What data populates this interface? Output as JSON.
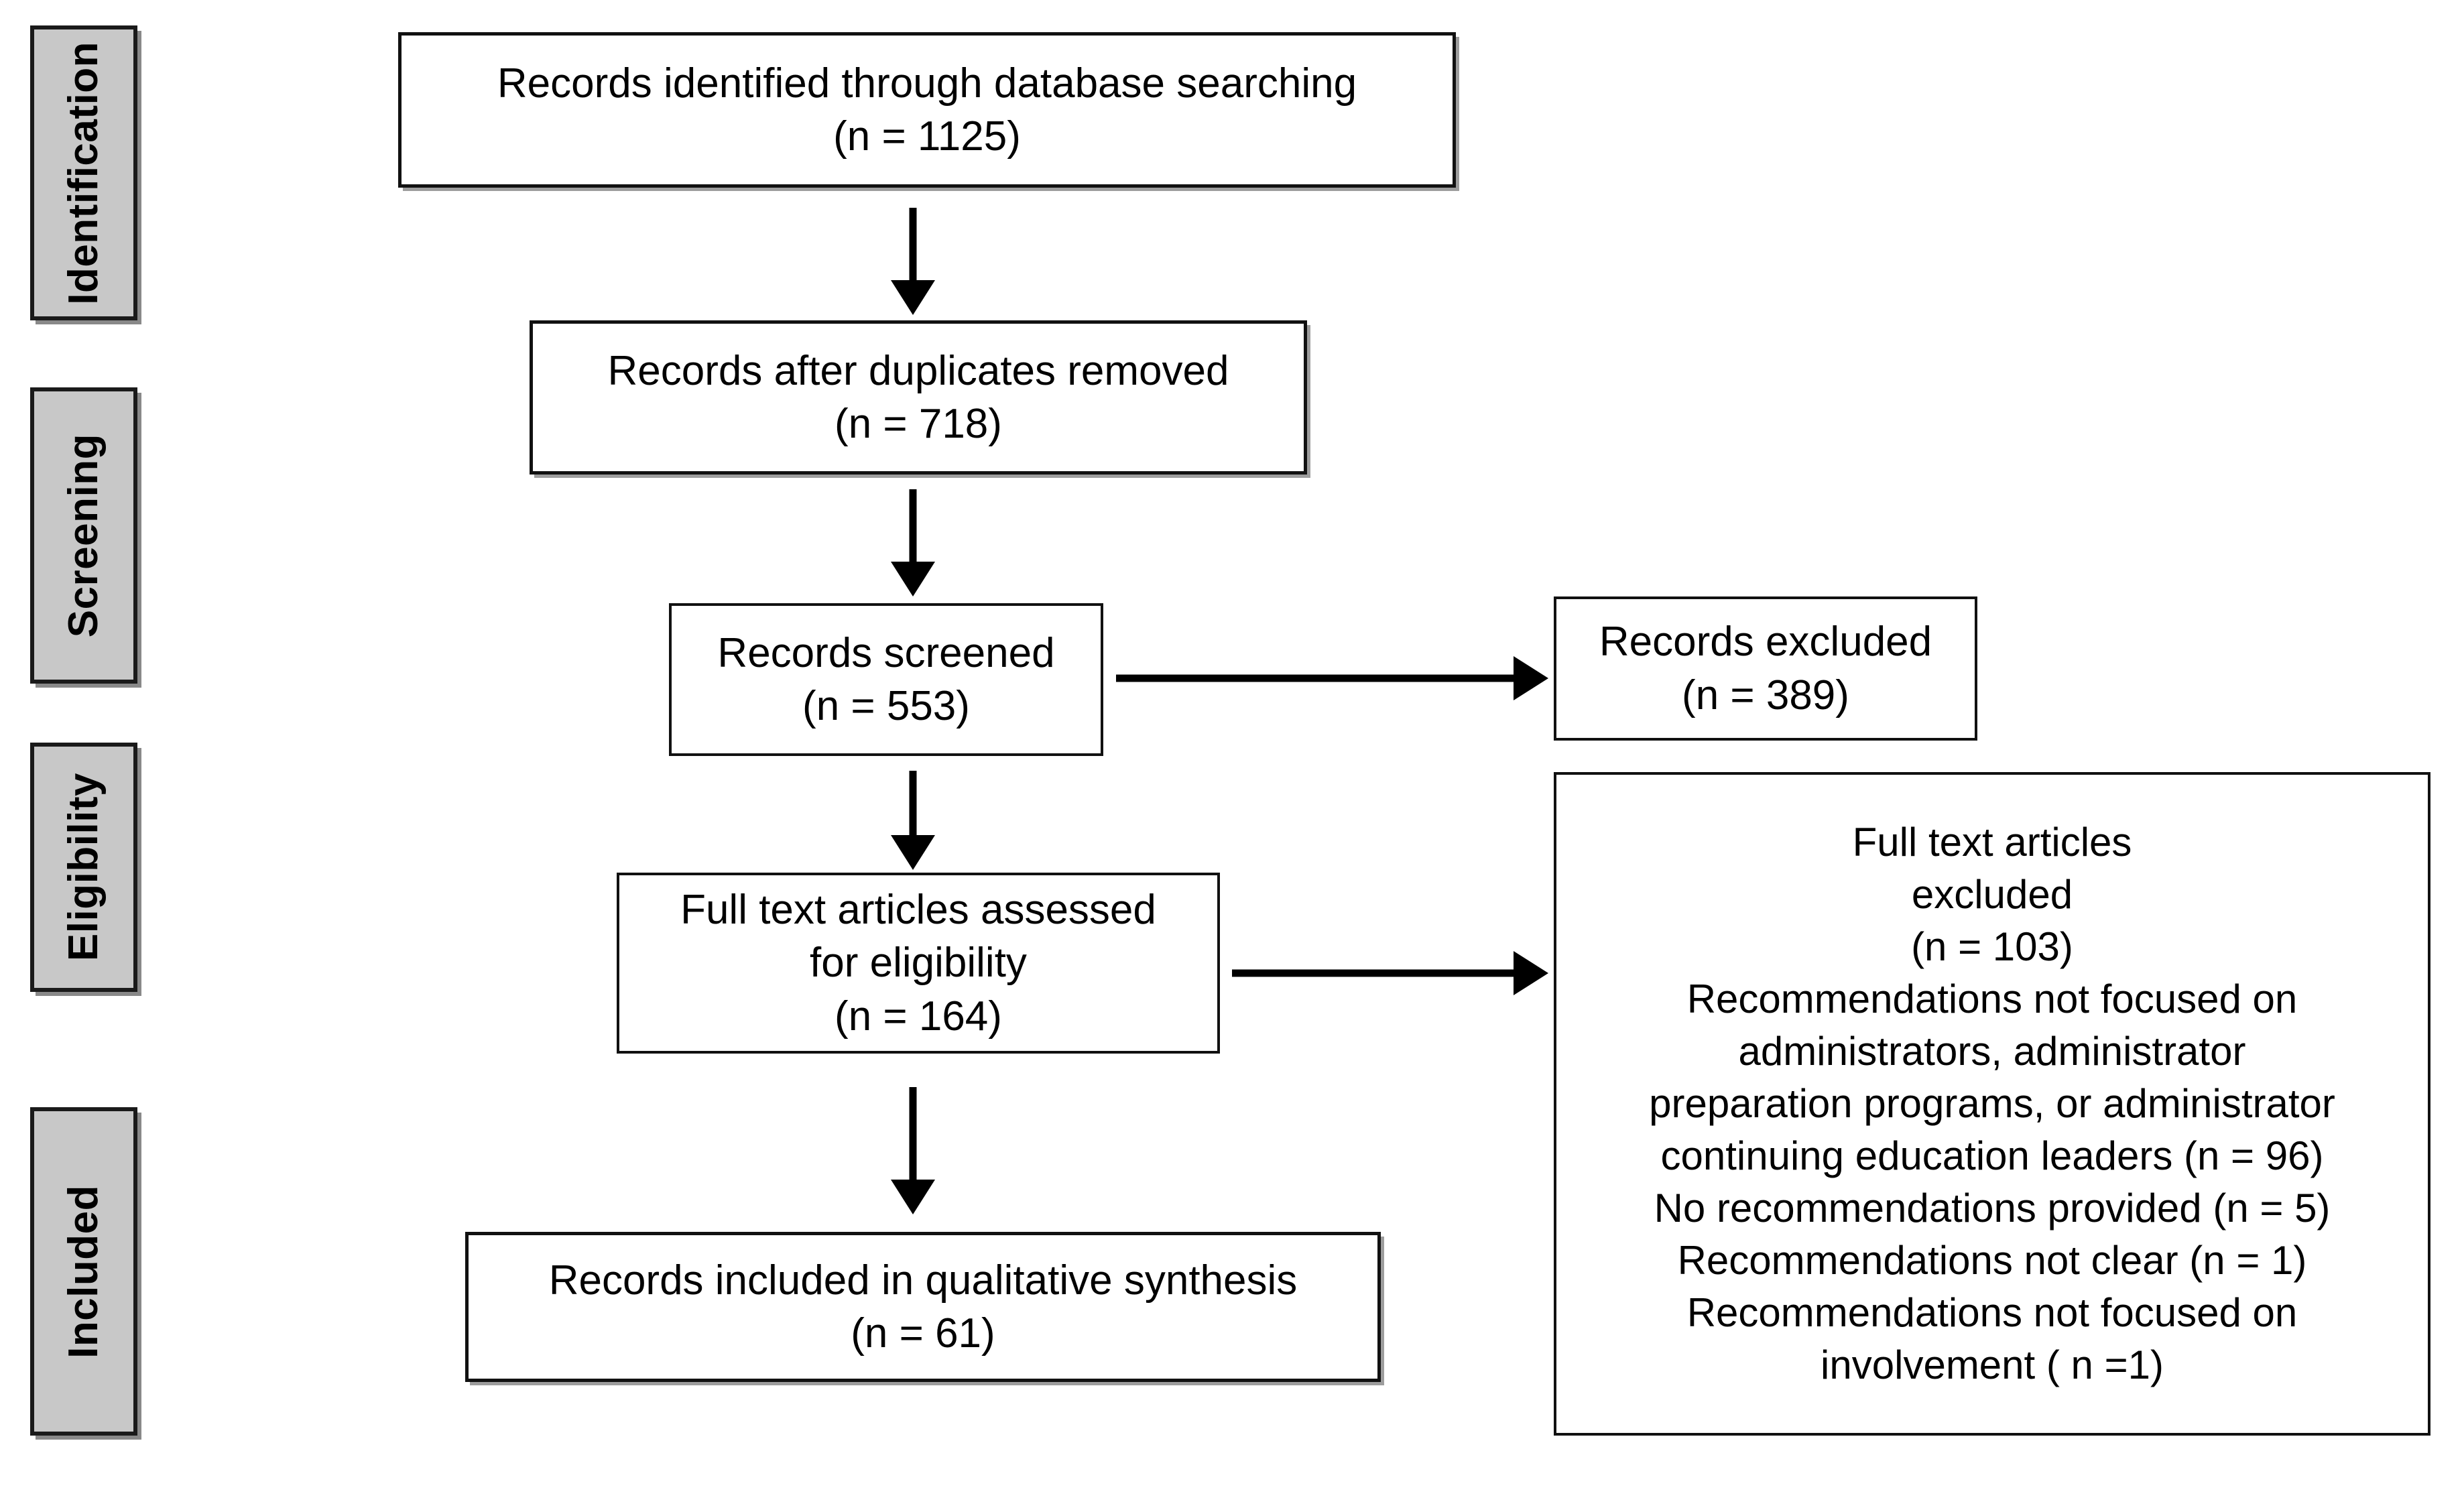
{
  "diagram": {
    "type": "prisma-flow-diagram",
    "stages": [
      {
        "label": "Identification"
      },
      {
        "label": "Screening"
      },
      {
        "label": "Eligibility"
      },
      {
        "label": "Included"
      }
    ],
    "boxes": [
      {
        "id": "identified",
        "text": "Records identified through database searching\n(n = 1125)",
        "n": 1125
      },
      {
        "id": "duplicates-removed",
        "text": "Records after duplicates removed\n(n = 718)",
        "n": 718
      },
      {
        "id": "screened",
        "text": "Records screened\n(n = 553)",
        "n": 553
      },
      {
        "id": "records-excluded",
        "text": "Records excluded\n(n = 389)",
        "n": 389
      },
      {
        "id": "fulltext-assessed",
        "text": "Full text articles assessed\nfor eligibility\n(n = 164)",
        "n": 164
      },
      {
        "id": "fulltext-excluded",
        "text": "Full text articles\nexcluded\n(n = 103)\nRecommendations not focused on\nadministrators, administrator\npreparation programs, or administrator\ncontinuing education leaders (n = 96)\nNo recommendations provided (n = 5)\nRecommendations not clear (n = 1)\nRecommendations not focused on\ninvolvement ( n =1)",
        "n": 103,
        "reasons": [
          {
            "label": "Recommendations not focused on administrators, administrator preparation programs, or administrator continuing education leaders",
            "n": 96
          },
          {
            "label": "No recommendations provided",
            "n": 5
          },
          {
            "label": "Recommendations not clear",
            "n": 1
          },
          {
            "label": "Recommendations not focused on involvement",
            "n": 1
          }
        ]
      },
      {
        "id": "included-synthesis",
        "text": "Records included in qualitative synthesis\n(n = 61)",
        "n": 61
      }
    ],
    "arrows": [
      {
        "id": "identified-to-duplicates",
        "direction": "down"
      },
      {
        "id": "duplicates-to-screened",
        "direction": "down"
      },
      {
        "id": "screened-to-excluded",
        "direction": "right"
      },
      {
        "id": "screened-to-fulltext",
        "direction": "down"
      },
      {
        "id": "fulltext-to-excluded",
        "direction": "right"
      },
      {
        "id": "fulltext-to-included",
        "direction": "down"
      }
    ],
    "colors": {
      "stage_fill": "#c8c8c8",
      "stage_border": "#1a1a1a",
      "box_fill": "#ffffff",
      "box_border": "#111111",
      "arrow": "#000000",
      "text": "#000000"
    }
  }
}
